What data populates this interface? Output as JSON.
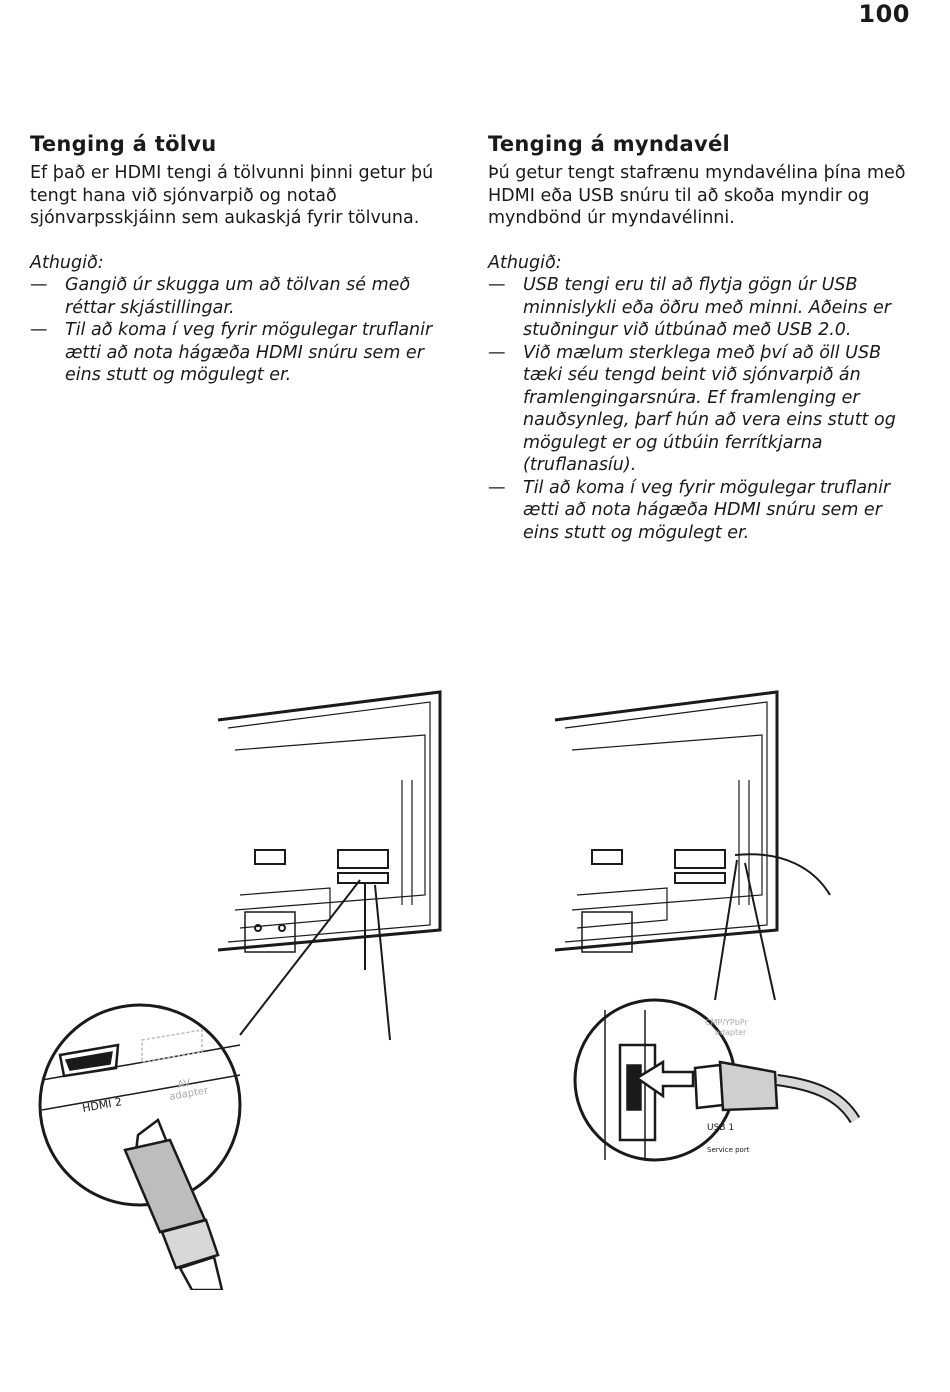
{
  "page_number": "100",
  "left_section": {
    "heading": "Tenging á tölvu",
    "body": "Ef það er HDMI tengi á tölvunni þinni getur þú tengt hana við sjónvarpið og notað sjónvarpsskjáinn sem aukaskjá fyrir tölvuna.",
    "note_title": "Athugið:",
    "notes": [
      "Gangið úr skugga um að tölvan sé með réttar skjástillingar.",
      "Til að koma í veg fyrir mögulegar truflanir ætti að nota hágæða HDMI snúru sem er eins stutt og mögulegt er."
    ]
  },
  "right_section": {
    "heading": "Tenging á myndavél",
    "body": "Þú getur tengt stafrænu myndavélina þína með HDMI eða USB snúru til að skoða myndir og myndbönd úr myndavélinni.",
    "note_title": "Athugið:",
    "notes": [
      "USB tengi eru til að flytja gögn úr USB minnislykli eða öðru með minni. Aðeins er stuðningur við útbúnað með USB 2.0.",
      "Við mælum sterklega með því að öll USB tæki séu tengd beint við sjónvarpið án framlengingarsnúra. Ef framlenging er nauðsynleg, þarf hún að vera eins stutt og mögulegt er og útbúin ferrítkjarna (truflanasíu).",
      "Til að koma í veg fyrir mögulegar truflanir ætti að nota hágæða HDMI snúru sem er eins stutt og mögulegt er."
    ]
  },
  "dash": "—",
  "illustrations": {
    "left": {
      "port_label": "HDMI 2",
      "adapter_label_1": "AV",
      "adapter_label_2": "adapter"
    },
    "right": {
      "adapter_label_1": "CMP/YPbPr",
      "adapter_label_2": "adapter",
      "port_label": "USB 1",
      "service_label": "Service port"
    }
  }
}
